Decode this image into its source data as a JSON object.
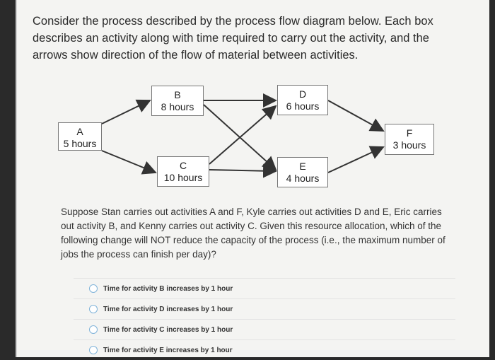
{
  "intro": "Consider the process described by the process flow diagram below. Each box describes an activity along with time required to carry out the activity, and the arrows show direction of the flow of material between activities.",
  "nodes": {
    "A": {
      "letter": "A",
      "time": "5 hours"
    },
    "B": {
      "letter": "B",
      "time": "8 hours"
    },
    "C": {
      "letter": "C",
      "time": "10 hours"
    },
    "D": {
      "letter": "D",
      "time": "6 hours"
    },
    "E": {
      "letter": "E",
      "time": "4 hours"
    },
    "F": {
      "letter": "F",
      "time": "3 hours"
    }
  },
  "question": "Suppose Stan carries out activities A and F, Kyle carries out activities D and E, Eric carries out activity B, and Kenny carries out activity C. Given this resource allocation, which of the following change will NOT reduce the capacity of the process (i.e., the maximum number of jobs the process can finish per day)?",
  "options": [
    {
      "label": "Time for activity B increases by 1 hour"
    },
    {
      "label": "Time for activity D increases by 1 hour"
    },
    {
      "label": "Time for activity C increases by 1 hour"
    },
    {
      "label": "Time for activity E increases by 1 hour"
    }
  ],
  "colors": {
    "arrow": "#333333",
    "radio_border": "#7fb3d9",
    "screen_bg": "#f4f4f2"
  }
}
